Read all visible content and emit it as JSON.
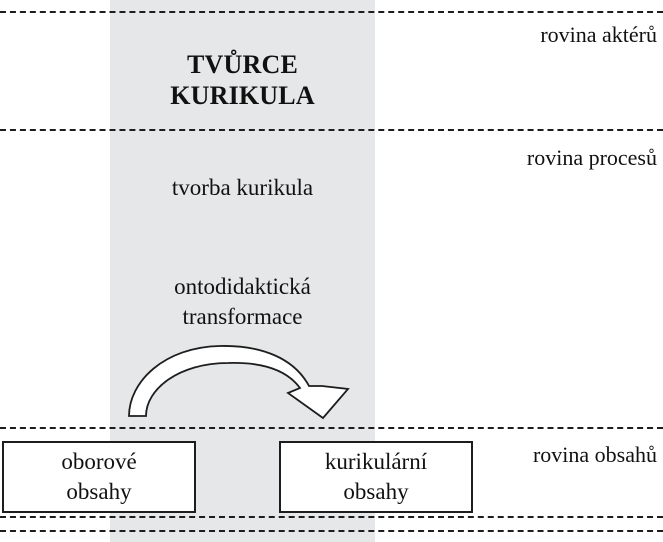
{
  "levels": {
    "actors": "rovina aktérů",
    "processes": "rovina procesů",
    "contents": "rovina obsahů"
  },
  "actor": {
    "line1": "TVŮRCE",
    "line2": "KURIKULA"
  },
  "processes": {
    "curriculum_creation": "tvorba kurikula",
    "transformation_line1": "ontodidaktická",
    "transformation_line2": "transformace"
  },
  "contents": {
    "field_line1": "oborové",
    "field_line2": "obsahy",
    "curricular_line1": "kurikulární",
    "curricular_line2": "obsahy"
  },
  "arrow": {
    "icon": "curved-arrow-icon",
    "direction": "left-to-right"
  },
  "colors": {
    "band": "#e6e7e9",
    "lines": "#1d1d1d",
    "text": "#111111",
    "box_fill": "#ffffff"
  }
}
